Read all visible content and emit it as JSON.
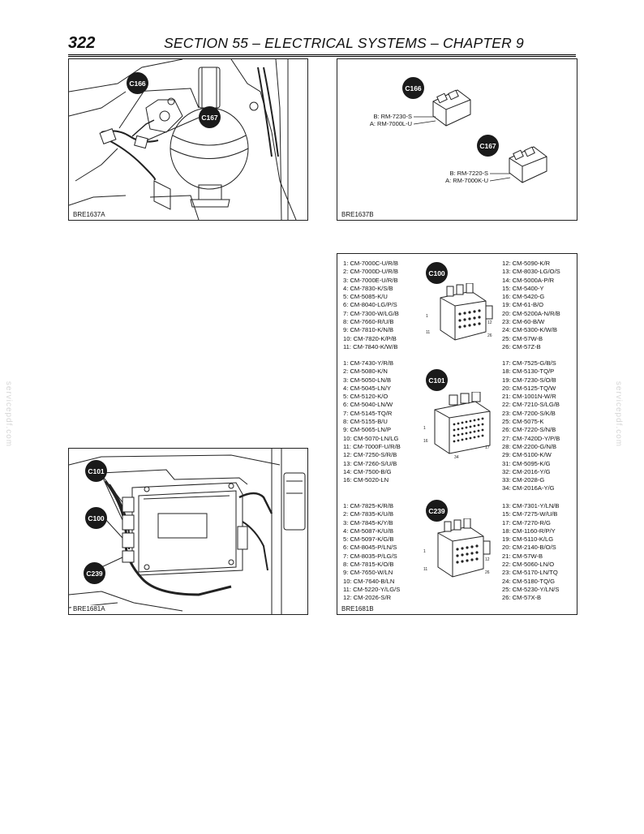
{
  "header": {
    "page_number": "322",
    "title": "SECTION 55 – ELECTRICAL SYSTEMS – CHAPTER 9"
  },
  "watermark": "servicepdf.com",
  "figures": {
    "fig1": {
      "id": "BRE1637A",
      "callouts": [
        "C166",
        "C167"
      ]
    },
    "fig2": {
      "id": "BRE1637B",
      "c166": {
        "label": "C166",
        "wires": [
          "B: RM-7230-S",
          "A: RM-7000L-U"
        ]
      },
      "c167": {
        "label": "C167",
        "wires": [
          "B: RM-7220-S",
          "A: RM-7000K-U"
        ]
      }
    },
    "fig3": {
      "id": "BRE1681A",
      "callouts": [
        "C101",
        "C100",
        "C239"
      ]
    },
    "fig4": {
      "id": "BRE1681B",
      "c100": {
        "label": "C100",
        "pin_marks": [
          "1",
          "11",
          "12",
          "26"
        ],
        "left_pins": [
          "1: CM-7000C-U/R/B",
          "2: CM-7000D-U/R/B",
          "3: CM-7000E-U/R/B",
          "4: CM-7830-K/S/B",
          "5: CM-5085-K/U",
          "6: CM-8040-LG/P/S",
          "7: CM-7300-W/LG/B",
          "8: CM-7660-R/U/B",
          "9: CM-7810-K/N/B",
          "10: CM-7820-K/P/B",
          "11: CM-7840-K/W/B"
        ],
        "right_pins": [
          "12: CM-5090-K/R",
          "13: CM-8030-LG/O/S",
          "14: CM-5000A-P/R",
          "15: CM-5400-Y",
          "16: CM-5420-G",
          "19: CM-61-B/O",
          "20: CM-5200A-N/R/B",
          "23: CM-60-B/W",
          "24: CM-5300-K/W/B",
          "25: CM-57W-B",
          "26: CM-57Z-B"
        ]
      },
      "c101": {
        "label": "C101",
        "pin_marks": [
          "1",
          "16",
          "17",
          "34"
        ],
        "left_pins": [
          "1: CM-7430-Y/R/B",
          "2: CM-5080-K/N",
          "3: CM-5050-LN/B",
          "4: CM-5045-LN/Y",
          "5: CM-5120-K/O",
          "6: CM-5040-LN/W",
          "7: CM-5145-TQ/R",
          "8: CM-5155-B/U",
          "9: CM-5065-LN/P",
          "10: CM-5070-LN/LG",
          "11: CM-7000F-U/R/B",
          "12: CM-7250-S/R/B",
          "13: CM-7260-S/U/B",
          "14: CM-7500-B/G",
          "16: CM-5020-LN"
        ],
        "right_pins": [
          "17: CM-7525-G/B/S",
          "18: CM-5130-TQ/P",
          "19: CM-7230-S/O/B",
          "20: CM-5125-TQ/W",
          "21: CM-1001N-W/R",
          "22: CM-7210-S/LG/B",
          "23: CM-7200-S/K/B",
          "25: CM-5075-K",
          "26: CM-7220-S/N/B",
          "27: CM-7420D-Y/P/B",
          "28: CM-2200-G/N/B",
          "29: CM-5100-K/W",
          "31: CM-5095-K/G",
          "32: CM-2016-Y/G",
          "33: CM-2028-G",
          "34: CM-2016A-Y/G"
        ]
      },
      "c239": {
        "label": "C239",
        "pin_marks": [
          "1",
          "11",
          "12",
          "26"
        ],
        "left_pins": [
          "1: CM-7825-K/R/B",
          "2: CM-7835-K/U/B",
          "3: CM-7845-K/Y/B",
          "4: CM-5087-K/U/B",
          "5: CM-5097-K/G/B",
          "6: CM-8045-P/LN/S",
          "7: CM-8035-P/LG/S",
          "8: CM-7815-K/O/B",
          "9: CM-7650-W/LN",
          "10: CM-7640-B/LN",
          "11: CM-5220-Y/LG/S",
          "12: CM-2026-S/R"
        ],
        "right_pins": [
          "13: CM-7301-Y/LN/B",
          "15: CM-7275-W/U/B",
          "17: CM-7270-R/G",
          "18: CM-1160-R/P/Y",
          "19: CM-5110-K/LG",
          "20: CM-2140-B/O/S",
          "21: CM-57W-B",
          "22: CM-5060-LN/O",
          "23: CM-5170-LN/TQ",
          "24: CM-5180-TQ/G",
          "25: CM-5230-Y/LN/S",
          "26: CM-57X-B"
        ]
      }
    }
  }
}
